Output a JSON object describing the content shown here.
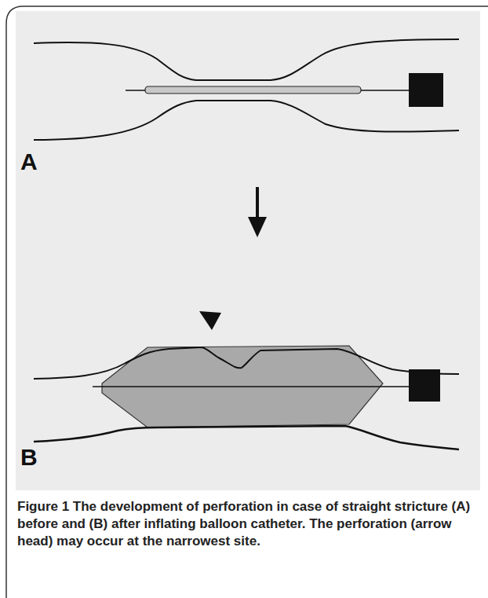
{
  "diagram": {
    "caption": "Figure 1 The development of perforation in case of straight stricture (A) before and (B) after inflating balloon catheter. The perforation (arrow head) may occur at the narrowest site.",
    "labels": [
      "A",
      "B"
    ]
  }
}
